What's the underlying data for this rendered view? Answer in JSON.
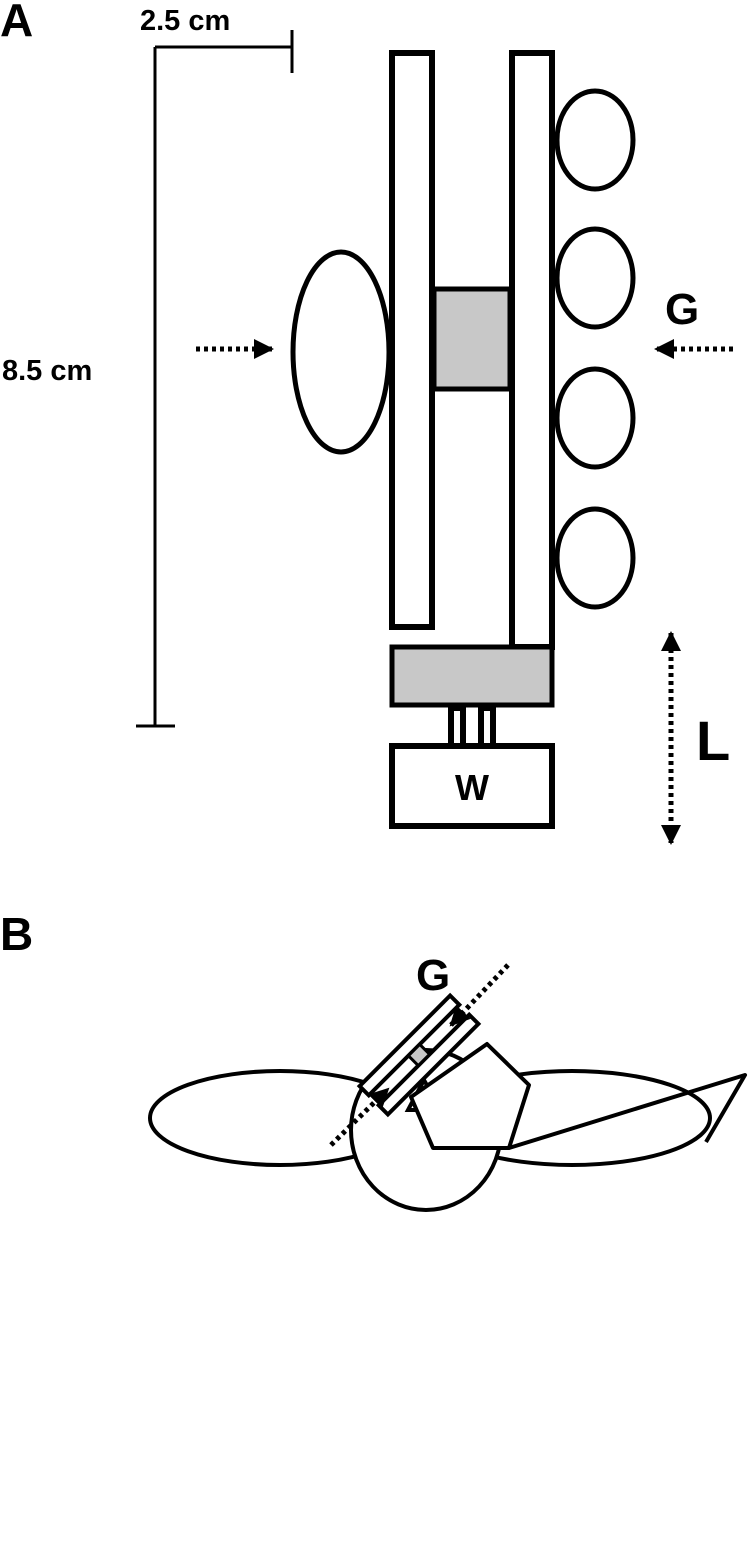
{
  "panel_a": {
    "label": "A",
    "width_scale_label": "2.5 cm",
    "height_scale_label": "8.5 cm",
    "grip_label": "G",
    "weight_label": "W",
    "load_label": "L"
  },
  "panel_b": {
    "label": "B",
    "grip_label": "G"
  },
  "colors": {
    "stroke": "#000000",
    "sensor_fill": "#c8c8c8",
    "background": "#ffffff"
  }
}
